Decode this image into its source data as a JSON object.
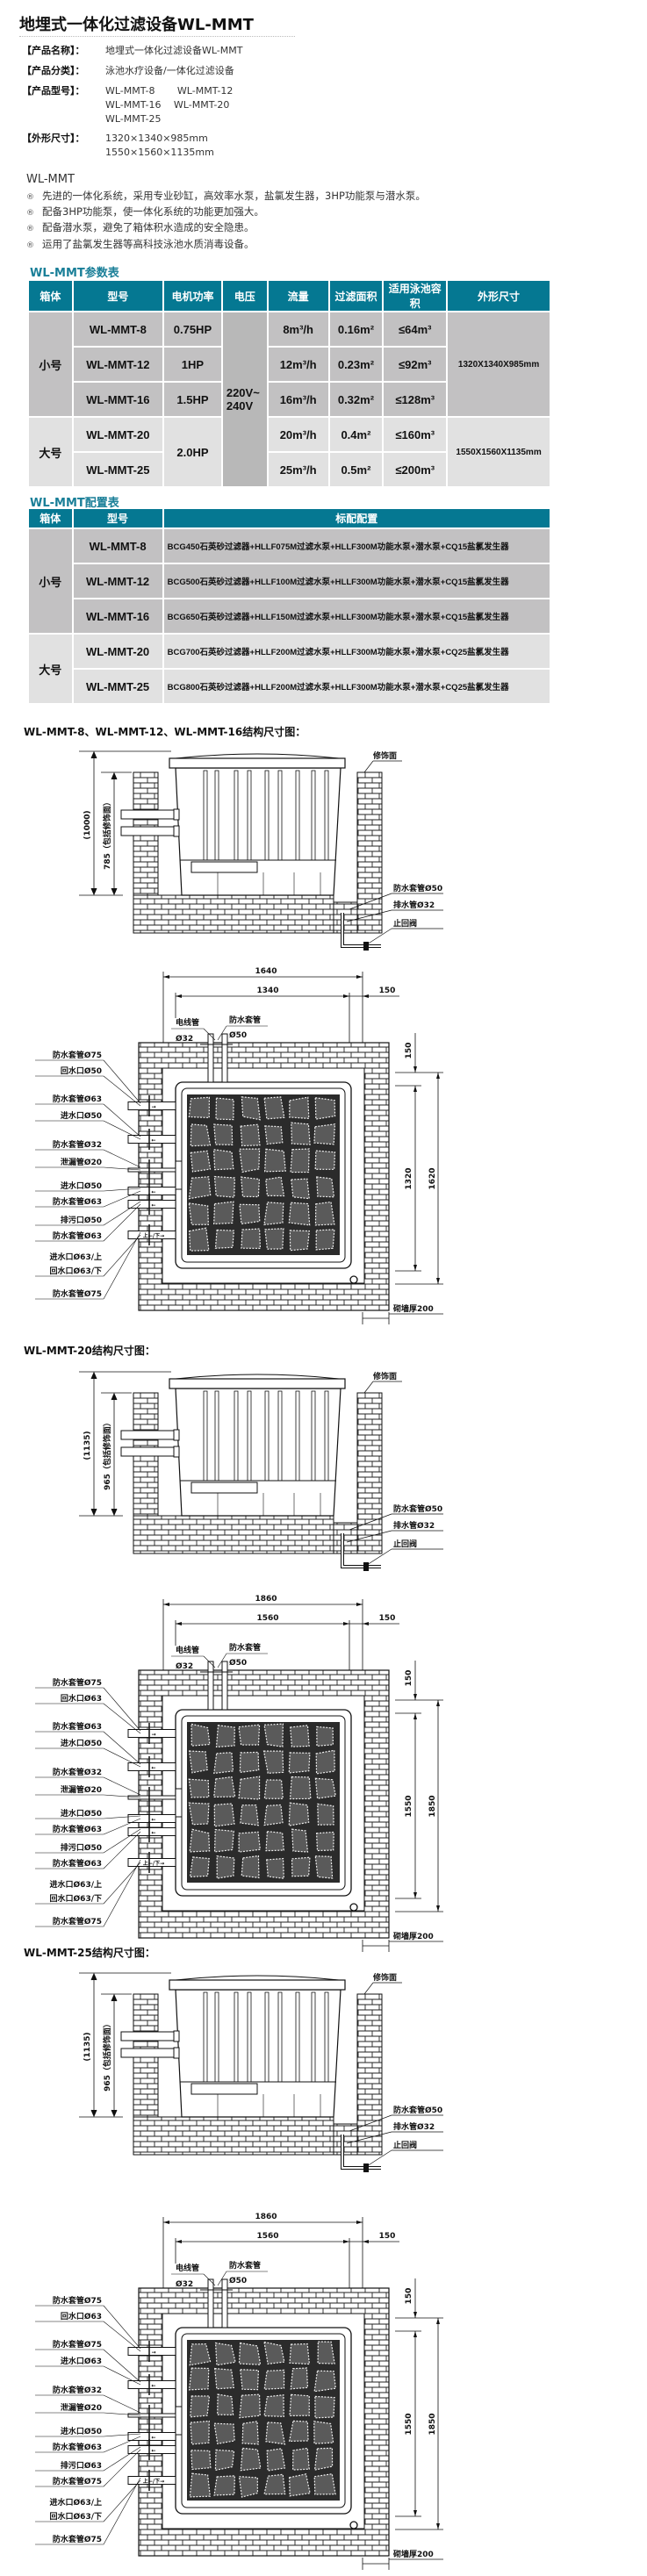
{
  "header": {
    "title": "地埋式一体化过滤设备WL-MMT"
  },
  "info": [
    {
      "label": "【产品名称】：",
      "lines": [
        "地埋式一体化过滤设备WL-MMT"
      ]
    },
    {
      "label": "【产品分类】：",
      "lines": [
        "泳池水疗设备/一体化过滤设备"
      ]
    },
    {
      "label": "【产品型号】：",
      "lines": [
        "WL-MMT-8　　 WL-MMT-12",
        "WL-MMT-16　 WL-MMT-20",
        "WL-MMT-25"
      ]
    },
    {
      "label": "【外形尺寸】：",
      "lines": [
        "1320×1340×985mm",
        "1550×1560×1135mm"
      ]
    }
  ],
  "intro": {
    "title": "WL-MMT",
    "bullet_icon": "®",
    "bullets": [
      "先进的一体化系统，采用专业砂缸，高效率水泵，盐氯发生器，3HP功能泵与潜水泵。",
      "配备3HP功能泵，使一体化系统的功能更加强大。",
      "配备潜水泵，避免了箱体积水造成的安全隐患。",
      "运用了盐氯发生器等高科技泳池水质消毒设备。"
    ]
  },
  "params": {
    "title": "WL-MMT参数表",
    "headers": [
      "箱体",
      "型号",
      "电机功率",
      "电压",
      "流量",
      "过滤面积",
      "适用泳池容积",
      "外形尺寸"
    ],
    "groups": [
      "小号",
      "大号"
    ],
    "voltage": "220V~ 240V",
    "dims": [
      "1320X1340X985mm",
      "1550X1560X1135mm"
    ],
    "rows": [
      {
        "model": "WL-MMT-8",
        "power": "0.75HP",
        "flow": "8m³/h",
        "area": "0.16m²",
        "volume": "≤64m³"
      },
      {
        "model": "WL-MMT-12",
        "power": "1HP",
        "flow": "12m³/h",
        "area": "0.23m²",
        "volume": "≤92m³"
      },
      {
        "model": "WL-MMT-16",
        "power": "1.5HP",
        "flow": "16m³/h",
        "area": "0.32m²",
        "volume": "≤128m³"
      },
      {
        "model": "WL-MMT-20",
        "power": "2.0HP",
        "flow": "20m³/h",
        "area": "0.4m²",
        "volume": "≤160m³"
      },
      {
        "model": "WL-MMT-25",
        "power": "",
        "flow": "25m³/h",
        "area": "0.5m²",
        "volume": "≤200m³"
      }
    ]
  },
  "config": {
    "title": "WL-MMT配置表",
    "headers": [
      "箱体",
      "型号",
      "标配配置"
    ],
    "groups": [
      "小号",
      "大号"
    ],
    "rows": [
      {
        "model": "WL-MMT-8",
        "config": "BCG450石英砂过滤器+HLLF075M过滤水泵+HLLF300M功能水泵+潜水泵+CQ15盐氯发生器"
      },
      {
        "model": "WL-MMT-12",
        "config": "BCG500石英砂过滤器+HLLF100M过滤水泵+HLLF300M功能水泵+潜水泵+CQ15盐氯发生器"
      },
      {
        "model": "WL-MMT-16",
        "config": "BCG650石英砂过滤器+HLLF150M过滤水泵+HLLF300M功能水泵+潜水泵+CQ15盐氯发生器"
      },
      {
        "model": "WL-MMT-20",
        "config": "BCG700石英砂过滤器+HLLF200M过滤水泵+HLLF300M功能水泵+潜水泵+CQ25盐氯发生器"
      },
      {
        "model": "WL-MMT-25",
        "config": "BCG800石英砂过滤器+HLLF200M过滤水泵+HLLF300M功能水泵+潜水泵+CQ25盐氯发生器"
      }
    ]
  },
  "drawings": [
    {
      "title": "WL-MMT-8、WL-MMT-12、WL-MMT-16结构尺寸图：",
      "side": {
        "outer_dim": "(1000)",
        "inner_dim": "785（包括修饰面）",
        "finish": "修饰面",
        "right_labels": [
          "防水套管Ø50",
          "排水管Ø32",
          "止回阀"
        ]
      },
      "plan": {
        "top_dims": [
          "1640",
          "1340",
          "150"
        ],
        "right_dims": [
          "150",
          "1320",
          "1620"
        ],
        "cable": [
          "电线管",
          "Ø32"
        ],
        "sleeve": [
          "防水套管",
          "Ø50"
        ],
        "wall": "砌墙厚200",
        "left_labels": [
          "防水套管Ø75",
          "回水口Ø50",
          "防水套管Ø63",
          "进水口Ø50",
          "防水套管Ø32",
          "泄漏管Ø20",
          "进水口Ø50",
          "防水套管Ø63",
          "排污口Ø50",
          "防水套管Ø63",
          "进水口Ø63/上",
          "回水口Ø63/下",
          "防水套管Ø75"
        ],
        "pipe_arrows": [
          "→",
          "←",
          "",
          "←",
          "←",
          "上←/下→"
        ]
      }
    },
    {
      "title": "WL-MMT-20结构尺寸图：",
      "side": {
        "outer_dim": "(1135)",
        "inner_dim": "965（包括修饰面）",
        "finish": "修饰面",
        "right_labels": [
          "防水套管Ø50",
          "排水管Ø32",
          "止回阀"
        ]
      },
      "plan": {
        "top_dims": [
          "1860",
          "1560",
          "150"
        ],
        "right_dims": [
          "150",
          "1550",
          "1850"
        ],
        "cable": [
          "电线管",
          "Ø32"
        ],
        "sleeve": [
          "防水套管",
          "Ø50"
        ],
        "wall": "砌墙厚200",
        "left_labels": [
          "防水套管Ø75",
          "回水口Ø63",
          "防水套管Ø63",
          "进水口Ø50",
          "防水套管Ø32",
          "泄漏管Ø20",
          "进水口Ø50",
          "防水套管Ø63",
          "排污口Ø50",
          "防水套管Ø63",
          "进水口Ø63/上",
          "回水口Ø63/下",
          "防水套管Ø75"
        ],
        "pipe_arrows": [
          "→",
          "←",
          "",
          "←",
          "←",
          "上←/下→"
        ]
      }
    },
    {
      "title": "WL-MMT-25结构尺寸图：",
      "side": {
        "outer_dim": "(1135)",
        "inner_dim": "965（包括修饰面）",
        "finish": "修饰面",
        "right_labels": [
          "防水套管Ø50",
          "排水管Ø32",
          "止回阀"
        ]
      },
      "plan": {
        "top_dims": [
          "1860",
          "1560",
          "150"
        ],
        "right_dims": [
          "150",
          "1550",
          "1850"
        ],
        "cable": [
          "电线管",
          "Ø32"
        ],
        "sleeve": [
          "防水套管",
          "Ø50"
        ],
        "wall": "砌墙厚200",
        "left_labels": [
          "防水套管Ø75",
          "回水口Ø63",
          "防水套管Ø75",
          "进水口Ø63",
          "防水套管Ø32",
          "泄漏管Ø20",
          "进水口Ø50",
          "防水套管Ø63",
          "排污口Ø63",
          "防水套管Ø75",
          "进水口Ø63/上",
          "回水口Ø63/下",
          "防水套管Ø75"
        ],
        "pipe_arrows": [
          "→",
          "←",
          "",
          "←",
          "←",
          "上←/下→"
        ]
      }
    }
  ]
}
